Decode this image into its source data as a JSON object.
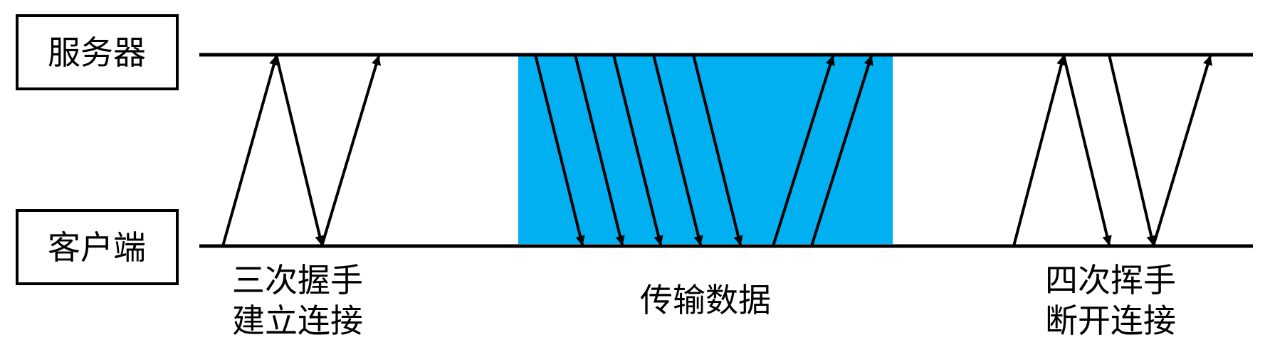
{
  "nodes": {
    "server": "服务器",
    "client": "客户端"
  },
  "phases": {
    "connect": {
      "line1": "三次握手",
      "line2": "建立连接"
    },
    "transfer": {
      "label": "传输数据"
    },
    "disconnect": {
      "line1": "四次挥手",
      "line2": "断开连接"
    }
  },
  "colors": {
    "line": "#000000",
    "transfer_band": "#00B0F0",
    "background": "#FFFFFF"
  },
  "messages": [
    {
      "phase": "connect",
      "direction": "client-to-server"
    },
    {
      "phase": "connect",
      "direction": "server-to-client"
    },
    {
      "phase": "connect",
      "direction": "client-to-server"
    },
    {
      "phase": "transfer",
      "direction": "server-to-client"
    },
    {
      "phase": "transfer",
      "direction": "server-to-client"
    },
    {
      "phase": "transfer",
      "direction": "server-to-client"
    },
    {
      "phase": "transfer",
      "direction": "server-to-client"
    },
    {
      "phase": "transfer",
      "direction": "server-to-client"
    },
    {
      "phase": "transfer",
      "direction": "client-to-server"
    },
    {
      "phase": "transfer",
      "direction": "client-to-server"
    },
    {
      "phase": "disconnect",
      "direction": "client-to-server"
    },
    {
      "phase": "disconnect",
      "direction": "server-to-client"
    },
    {
      "phase": "disconnect",
      "direction": "server-to-client"
    },
    {
      "phase": "disconnect",
      "direction": "client-to-server"
    }
  ]
}
